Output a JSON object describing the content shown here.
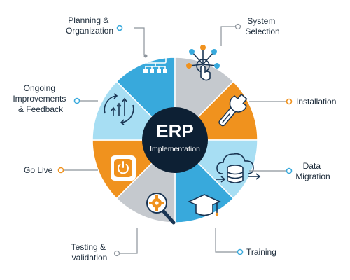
{
  "center": {
    "title": "ERP",
    "subtitle": "Implementation"
  },
  "colors": {
    "blue": "#38a9dc",
    "light_blue": "#a7def3",
    "orange": "#f0921e",
    "gray": "#c5c9ce",
    "navy": "#0d2034",
    "connector": "#8c939b"
  },
  "stages": [
    {
      "label_lines": [
        "Planning &",
        "Organization"
      ],
      "icon": "org-chart-icon",
      "color": "blue"
    },
    {
      "label_lines": [
        "System",
        "Selection"
      ],
      "icon": "touch-network-icon",
      "color": "gray"
    },
    {
      "label_lines": [
        "Installation"
      ],
      "icon": "wrench-icon",
      "color": "orange"
    },
    {
      "label_lines": [
        "Data",
        "Migration"
      ],
      "icon": "cloud-database-icon",
      "color": "light_blue"
    },
    {
      "label_lines": [
        "Training"
      ],
      "icon": "graduation-cap-icon",
      "color": "blue"
    },
    {
      "label_lines": [
        "Testing &",
        "validation"
      ],
      "icon": "magnifier-gear-icon",
      "color": "gray"
    },
    {
      "label_lines": [
        "Go Live"
      ],
      "icon": "power-icon",
      "color": "orange"
    },
    {
      "label_lines": [
        "Ongoing",
        "Improvements",
        "& Feedback"
      ],
      "icon": "growth-arrows-icon",
      "color": "light_blue"
    }
  ]
}
